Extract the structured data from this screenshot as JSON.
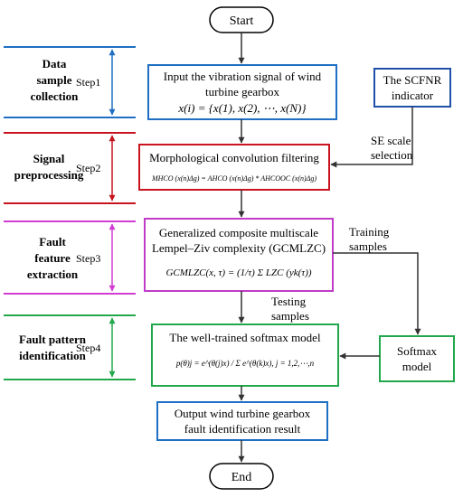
{
  "terminals": {
    "start": "Start",
    "end": "End"
  },
  "steps": [
    {
      "name": "Data sample collection",
      "lines": [
        "Data",
        "sample",
        "collection"
      ],
      "step_label": "Step1",
      "color": "#1f6fc4"
    },
    {
      "name": "Signal preprocessing",
      "lines": [
        "Signal",
        "preprocessing"
      ],
      "step_label": "Step2",
      "color": "#c8141e"
    },
    {
      "name": "Fault feature extraction",
      "lines": [
        "Fault",
        "feature",
        "extraction"
      ],
      "step_label": "Step3",
      "color": "#d23cd2"
    },
    {
      "name": "Fault pattern identification",
      "lines": [
        "Fault pattern",
        "identification"
      ],
      "step_label": "Step4",
      "color": "#22a84a"
    }
  ],
  "boxes": {
    "input": {
      "lines": [
        "Input the vibration signal of wind",
        "turbine gearbox"
      ],
      "formula": "x(i) = {x(1), x(2), ⋯, x(N)}",
      "border": "#1f6fc4"
    },
    "scfnr": {
      "lines": [
        "The SCFNR",
        "indicator"
      ],
      "border": "#1f4fa8"
    },
    "morph": {
      "title": "Morphological convolution filtering",
      "formula": "MHCO (x(n)Δg) = AHCO (x(n)Δg) * AHCOOC (x(n)Δg)",
      "border": "#c8141e"
    },
    "gcmlzc": {
      "lines": [
        "Generalized composite multiscale",
        "Lempel–Ziv complexity (GCMLZC)"
      ],
      "formula": "GCMLZC(x, τ) = (1/τ) Σ LZC (yk(τ))",
      "border": "#c03cc8"
    },
    "softmax_model": {
      "lines": [
        "Softmax",
        "model"
      ],
      "border": "#22a84a"
    },
    "trained": {
      "title": "The well-trained softmax model",
      "formula": "p(θ)j = e^(θ(j)x) / Σ e^(θ(k)x),   j = 1,2,⋯,n",
      "border": "#22a84a"
    },
    "output": {
      "lines": [
        "Output wind turbine gearbox",
        "fault identification result"
      ],
      "border": "#1f6fc4"
    }
  },
  "edge_labels": {
    "se_scale": [
      "SE scale",
      "selection"
    ],
    "training": [
      "Training",
      "samples"
    ],
    "testing": [
      "Testing",
      "samples"
    ]
  }
}
